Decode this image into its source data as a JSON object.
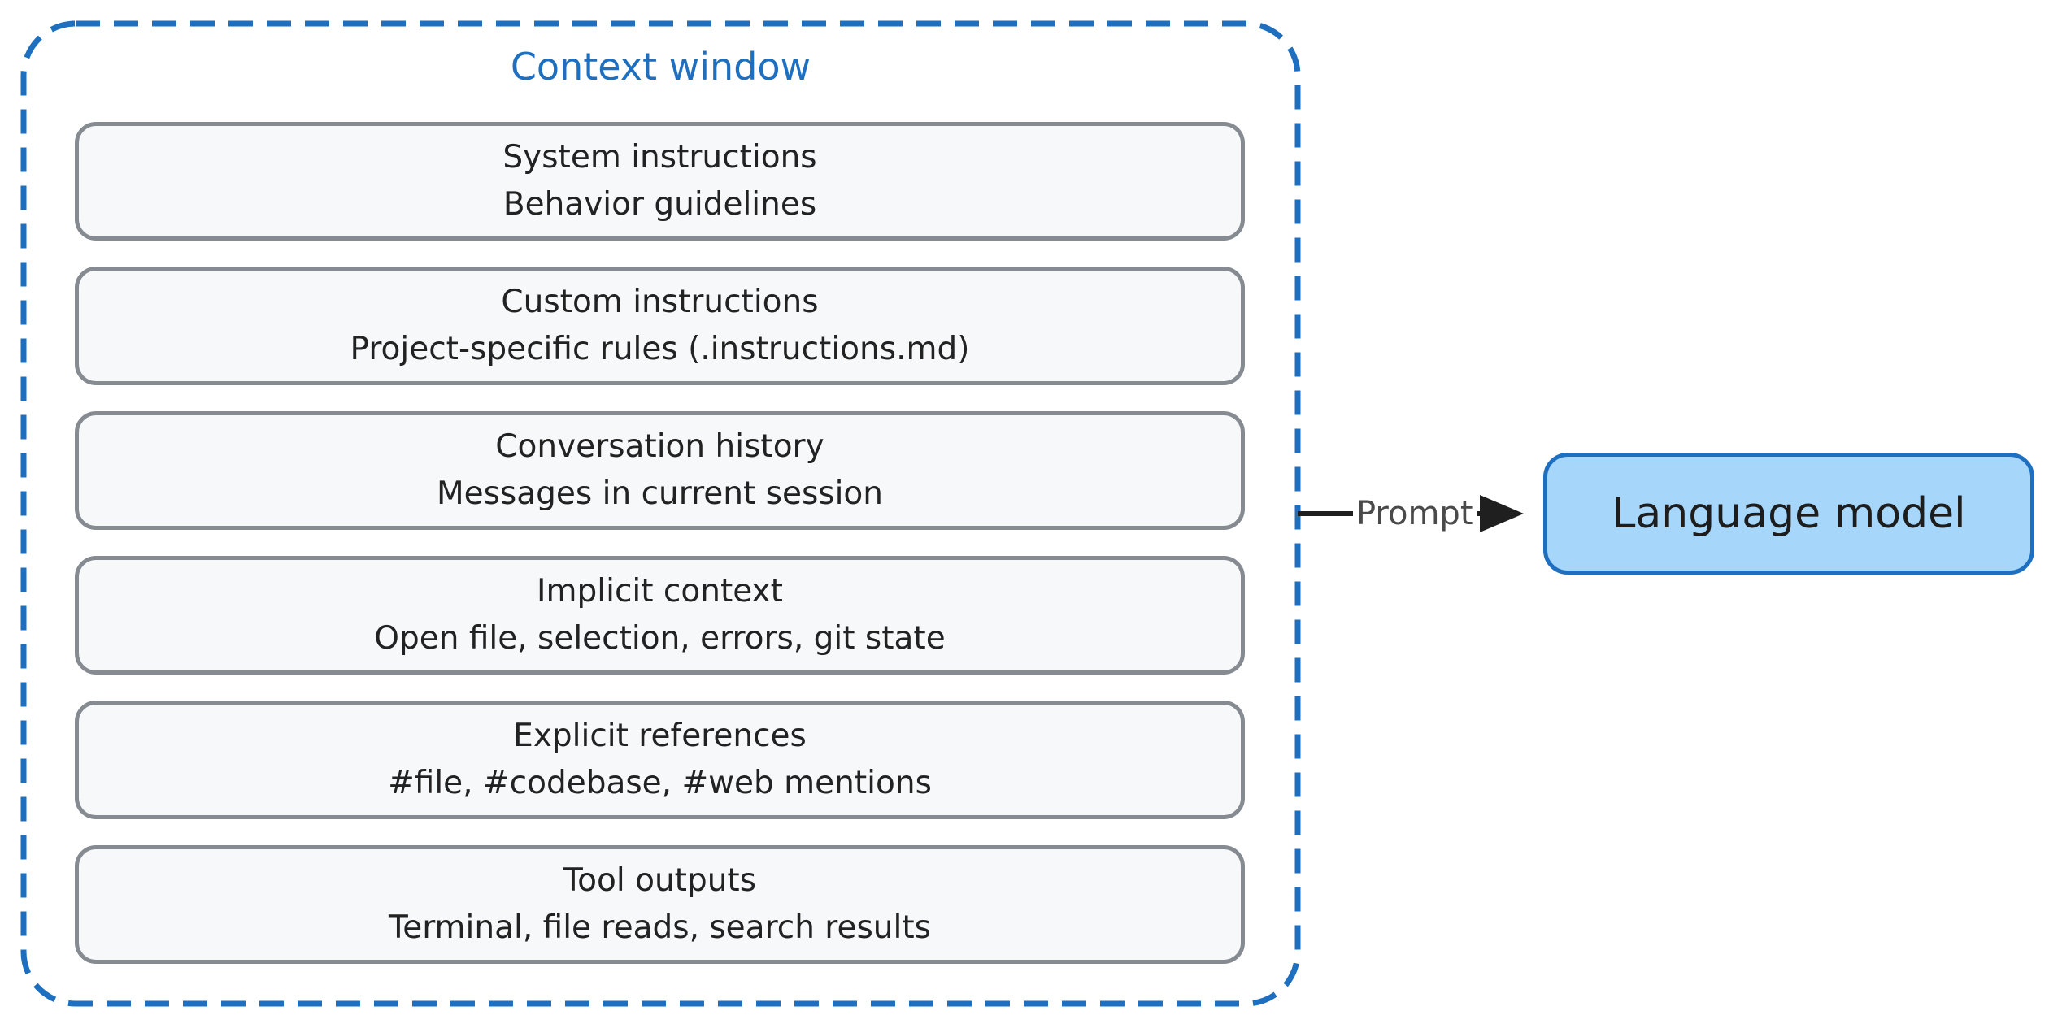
{
  "context_window": {
    "title": "Context window",
    "layers": [
      {
        "title": "System instructions",
        "description": "Behavior guidelines"
      },
      {
        "title": "Custom instructions",
        "description": "Project-specific rules (.instructions.md)"
      },
      {
        "title": "Conversation history",
        "description": "Messages in current session"
      },
      {
        "title": "Implicit context",
        "description": "Open file, selection, errors, git state"
      },
      {
        "title": "Explicit references",
        "description": "#file, #codebase, #web mentions"
      },
      {
        "title": "Tool outputs",
        "description": "Terminal, file reads, search results"
      }
    ]
  },
  "edge": {
    "label": "Prompt"
  },
  "model": {
    "label": "Language model"
  },
  "colors": {
    "container_border": "#1e6fbf",
    "layer_border": "#868b92",
    "layer_fill": "#f7f8fa",
    "model_fill": "#a6d6fa",
    "model_border": "#1e6fbf",
    "arrow": "#1f1f1f"
  }
}
